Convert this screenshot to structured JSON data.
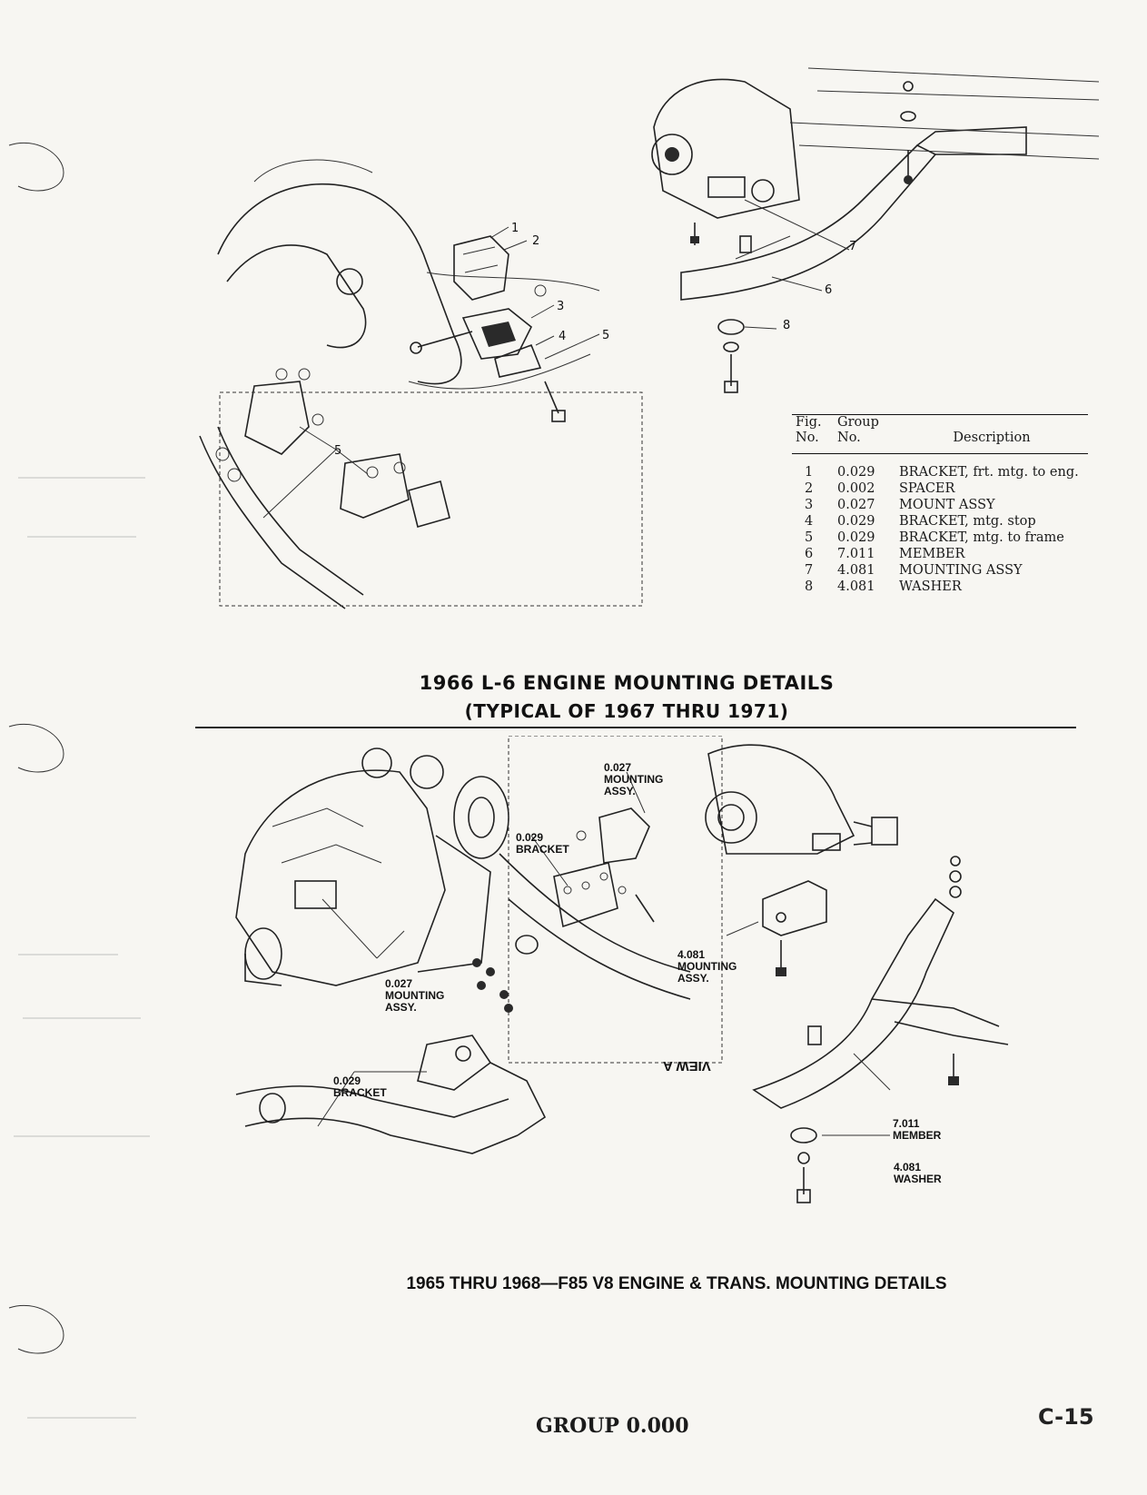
{
  "top_section": {
    "caption_line1": "1966 L-6 ENGINE MOUNTING DETAILS",
    "caption_line2": "(TYPICAL OF 1967 THRU 1971)",
    "callouts": [
      "1",
      "2",
      "3",
      "4",
      "5",
      "5",
      "6",
      "7",
      "8"
    ],
    "parts_table": {
      "headers": {
        "fig": "Fig.\nNo.",
        "group": "Group\nNo.",
        "description": "Description"
      },
      "rows": [
        {
          "fig": "1",
          "group": "0.029",
          "description": "BRACKET, frt. mtg. to eng."
        },
        {
          "fig": "2",
          "group": "0.002",
          "description": "SPACER"
        },
        {
          "fig": "3",
          "group": "0.027",
          "description": "MOUNT ASSY"
        },
        {
          "fig": "4",
          "group": "0.029",
          "description": "BRACKET, mtg. stop"
        },
        {
          "fig": "5",
          "group": "0.029",
          "description": "BRACKET, mtg. to frame"
        },
        {
          "fig": "6",
          "group": "7.011",
          "description": "MEMBER"
        },
        {
          "fig": "7",
          "group": "4.081",
          "description": "MOUNTING ASSY"
        },
        {
          "fig": "8",
          "group": "4.081",
          "description": "WASHER"
        }
      ]
    }
  },
  "bottom_section": {
    "caption": "1965 THRU 1968—F85 V8 ENGINE & TRANS. MOUNTING DETAILS",
    "labels": {
      "mount_top": "0.027\nMOUNTING\nASSY.",
      "bracket_top": "0.029\nBRACKET",
      "mount_left": "0.027\nMOUNTING\nASSY.",
      "mount_right": "4.081\nMOUNTING\nASSY.",
      "bracket_bottom": "0.029\nBRACKET",
      "member": "7.011\nMEMBER",
      "washer": "4.081\nWASHER",
      "view_a": "VIEW A"
    }
  },
  "footer": {
    "group": "GROUP 0.000",
    "page_number": "C-15"
  }
}
